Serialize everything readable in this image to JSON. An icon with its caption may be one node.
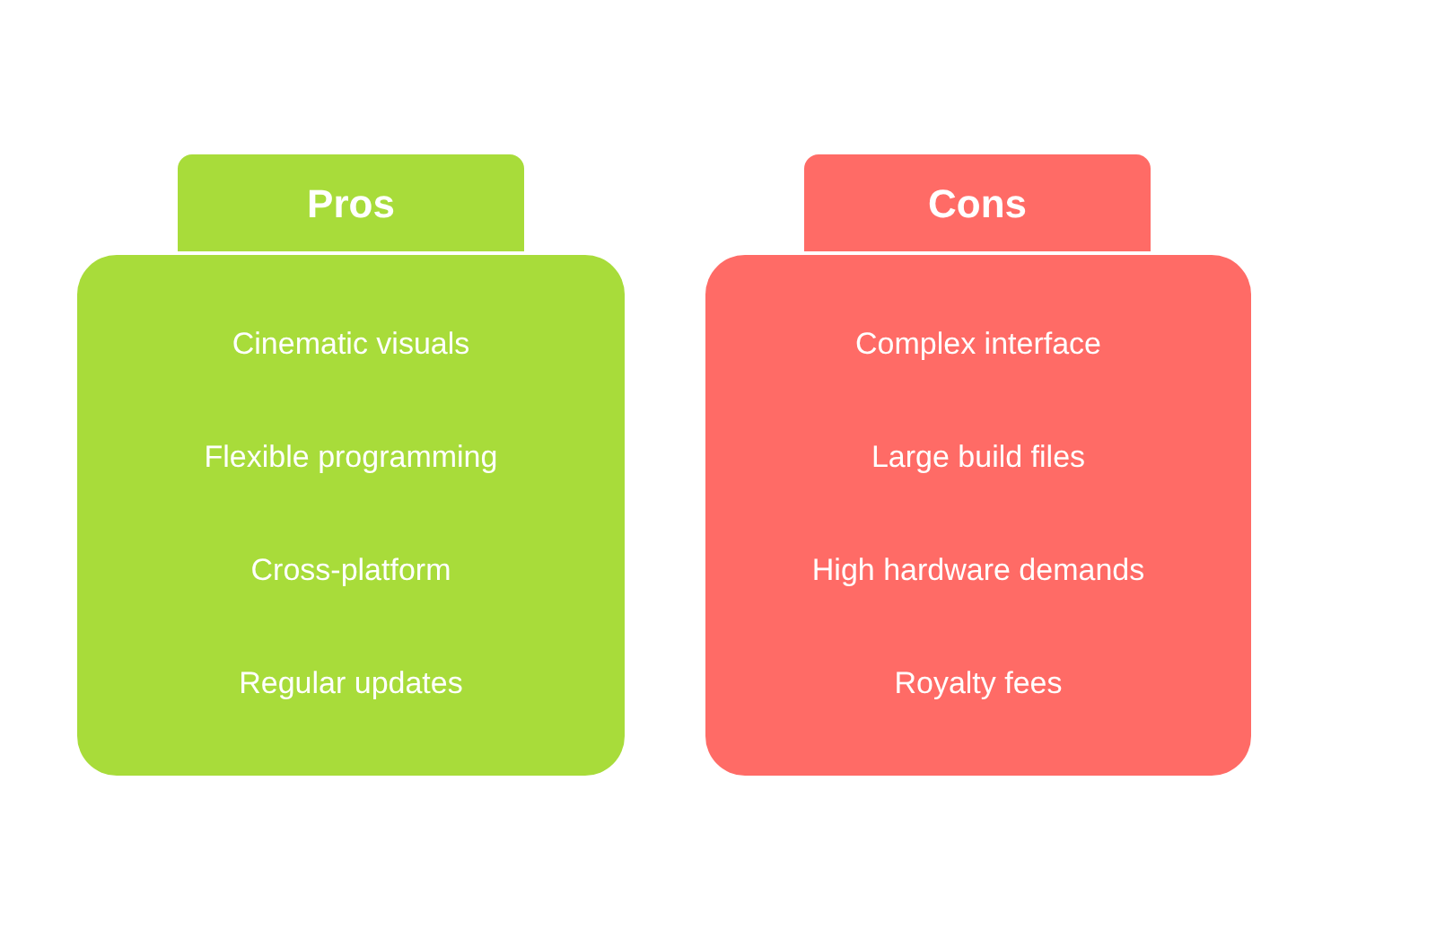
{
  "diagram": {
    "nodes": [
      {
        "text": [
          "Pros"
        ]
      },
      {
        "text": [
          "Cinematic visuals",
          "Flexible programming",
          "Cross-platform",
          "Regular updates"
        ]
      },
      {
        "text": [
          "Cons"
        ]
      },
      {
        "text": [
          "Complex interface",
          "Large build files",
          "High hardware demands",
          "Royalty fees"
        ]
      }
    ]
  }
}
